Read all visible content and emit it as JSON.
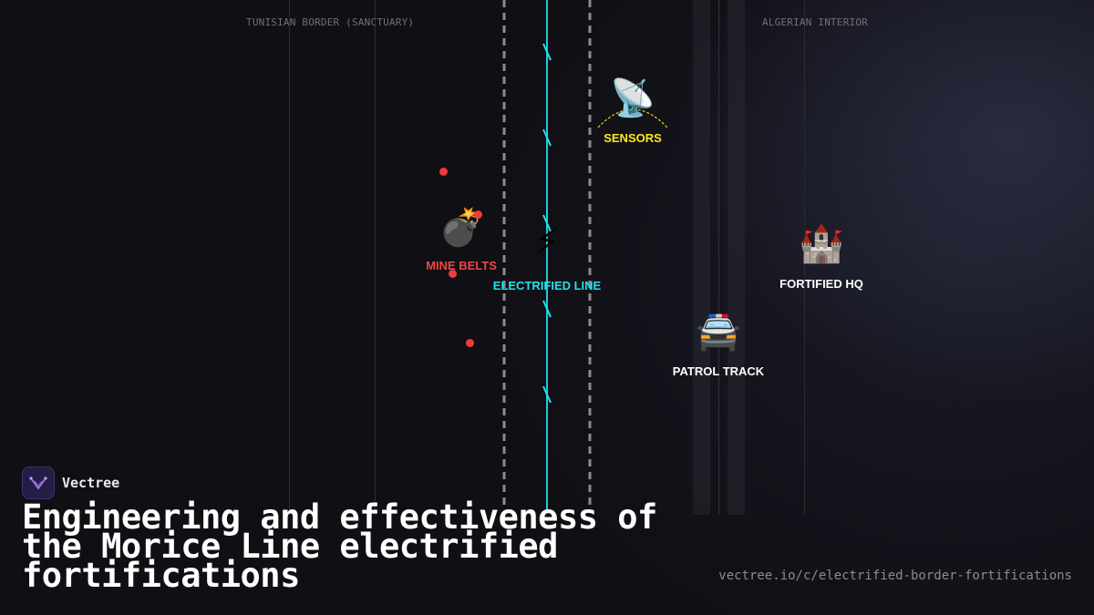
{
  "zones": {
    "left_label": "TUNISIAN BORDER (SANCTUARY)",
    "right_label": "ALGERIAN INTERIOR"
  },
  "nodes": {
    "sensors": {
      "label": "SENSORS",
      "icon": "satellite-dish-icon",
      "color": "#ffe818"
    },
    "mine_belts": {
      "label": "MINE BELTS",
      "icon": "bomb-icon",
      "color": "#ef4444"
    },
    "electrified_line": {
      "label": "ELECTRIFIED LINE",
      "icon": "lightning-icon",
      "color": "#1ee3f0"
    },
    "fortified_hq": {
      "label": "FORTIFIED HQ",
      "icon": "castle-icon",
      "color": "#ffffff"
    },
    "patrol_track": {
      "label": "PATROL TRACK",
      "icon": "police-car-icon",
      "color": "#ffffff"
    }
  },
  "colors": {
    "background": "#0f0f14",
    "electric": "#1ee3f0",
    "mine_dot": "#ef3b3b",
    "sensor_arc": "#e8d21a"
  },
  "footer": {
    "brand": "Vectree",
    "title": "Engineering and effectiveness of the Morice Line electrified fortifications",
    "url": "vectree.io/c/electrified-border-fortifications"
  }
}
